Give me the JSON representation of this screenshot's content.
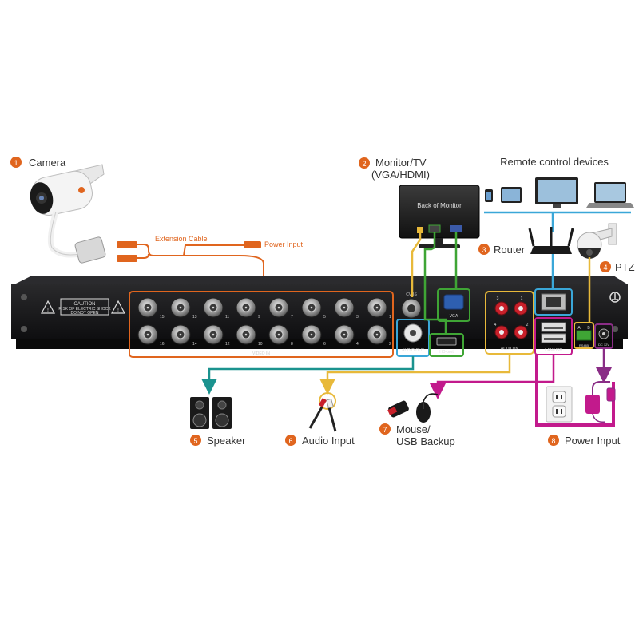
{
  "colors": {
    "orange": "#e0651e",
    "green": "#3fa535",
    "blue": "#3aa7d8",
    "yellow": "#e8b93a",
    "magenta": "#c21a8c",
    "purple": "#8a2d86",
    "teal": "#1b938f",
    "badge": "#e0651e"
  },
  "labels": {
    "camera": {
      "num": "1",
      "text": "Camera"
    },
    "monitor": {
      "num": "2",
      "text_line1": "Monitor/TV",
      "text_line2": "(VGA/HDMI)"
    },
    "remote": {
      "text": "Remote control devices"
    },
    "router": {
      "num": "3",
      "text": "Router"
    },
    "ptz": {
      "num": "4",
      "text": "PTZ"
    },
    "speaker": {
      "num": "5",
      "text": "Speaker"
    },
    "audio_input": {
      "num": "6",
      "text": "Audio Input"
    },
    "mouse": {
      "num": "7",
      "text_line1": "Mouse/",
      "text_line2": "USB Backup"
    },
    "power": {
      "num": "8",
      "text": "Power Input"
    }
  },
  "cable_labels": {
    "extension": "Extension Cable",
    "power_input": "Power Input"
  },
  "monitor_screen": "Back of Monitor",
  "dvr": {
    "caution_title": "CAUTION",
    "caution_line1": "RISK OF ELECTRIC SHOCK",
    "caution_line2": "DO NOT OPEN",
    "video_in": "VIDEO IN",
    "cvbs": "CVBS",
    "vga": "VGA",
    "hd_port": "HD-port",
    "audio_out": "AUDIO OUT",
    "audio_in": "AUDIO IN",
    "lan_usb": "LAN/USB",
    "rs485": "RS485",
    "dc12v": "DC 12V",
    "top_row_numbers": [
      "15",
      "13",
      "11",
      "9",
      "7",
      "5",
      "3",
      "1"
    ],
    "bottom_row_numbers": [
      "16",
      "14",
      "12",
      "10",
      "8",
      "6",
      "4",
      "2"
    ],
    "audio_top": [
      "3",
      "1"
    ],
    "audio_bottom": [
      "4",
      "2"
    ]
  }
}
